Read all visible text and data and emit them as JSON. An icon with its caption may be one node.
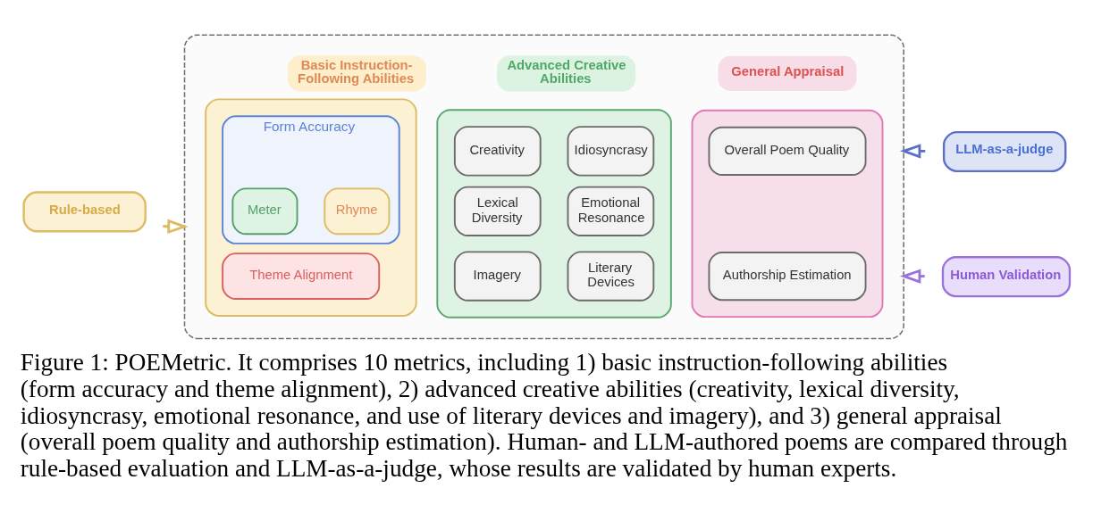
{
  "diagram": {
    "caption": "Figure 1: POEMetric. It comprises 10 metrics, including 1) basic instruction-following abilities (form accuracy and theme alignment), 2) advanced creative abilities (creativity, lexical diversity, idiosyncrasy, emotional resonance, and use of literary devices and imagery), and 3) general appraisal (overall poem quality and authorship estimation). Human- and LLM-authored poems are compared through rule-based evaluation and LLM-as-a-judge, whose results are validated by human experts.",
    "nodes": [
      {
        "text": [
          "Rule-based"
        ]
      },
      {
        "text": [],
        "shape": "box"
      },
      {
        "text": [
          "Basic Instruction-Following Abilities"
        ],
        "in": 1
      },
      {
        "text": [],
        "shape": "box",
        "in": 1
      },
      {
        "text": [
          "Form Accuracy"
        ],
        "in": 3
      },
      {
        "text": [
          "Meter"
        ],
        "in": 4
      },
      {
        "text": [
          "Rhyme"
        ],
        "in": 4
      },
      {
        "text": [
          "Theme Alignment"
        ],
        "in": 3
      },
      {
        "text": [
          "Advanced Creative Abilities"
        ],
        "in": 1
      },
      {
        "text": [],
        "shape": "box",
        "in": 1
      },
      {
        "text": [
          "Creativity"
        ],
        "in": 9
      },
      {
        "text": [
          "Idiosyncrasy"
        ],
        "in": 9
      },
      {
        "text": [
          "Lexical Diversity"
        ],
        "in": 9
      },
      {
        "text": [
          "Emotional Resonance"
        ],
        "in": 9
      },
      {
        "text": [
          "Imagery"
        ],
        "in": 9
      },
      {
        "text": [
          "Literary Devices"
        ],
        "in": 9
      },
      {
        "text": [
          "General Appraisal"
        ],
        "in": 1
      },
      {
        "text": [],
        "shape": "box",
        "in": 1
      },
      {
        "text": [
          "Overall Poem Quality"
        ],
        "in": 17
      },
      {
        "text": [
          "Authorship Estimation"
        ],
        "in": 17
      },
      {
        "text": [
          "LLM-as-a-judge"
        ]
      },
      {
        "text": [
          "Human Validation"
        ]
      }
    ],
    "edges": [
      {
        "from": 0,
        "to": 1,
        "arrow": "to",
        "color": "#dcbb62"
      },
      {
        "from": 20,
        "to": 1,
        "arrow": "to",
        "color": "#5b6fc8"
      },
      {
        "from": 21,
        "to": 1,
        "arrow": "to",
        "color": "#9b72d9"
      }
    ]
  }
}
